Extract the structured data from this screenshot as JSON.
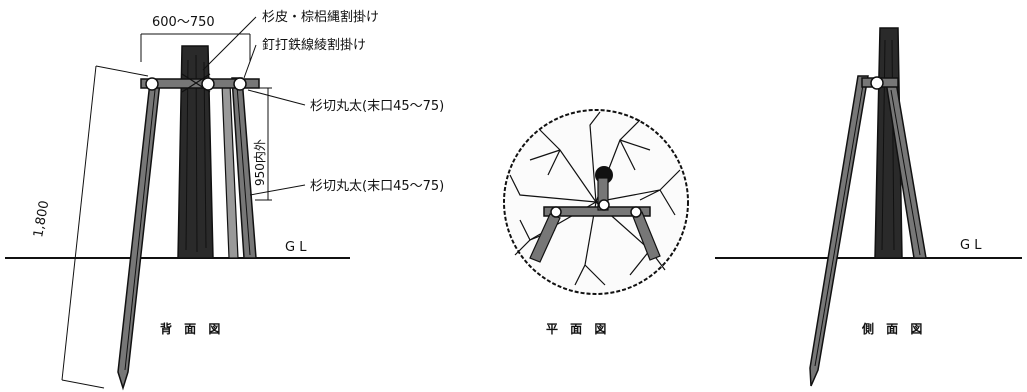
{
  "colors": {
    "ink": "#111111",
    "paper": "#ffffff",
    "wood": "#6e6e6e",
    "trunk": "#2a2a2a"
  },
  "back_view": {
    "caption": "背 面 図",
    "dim_top": "600～750",
    "dim_height": "1,800",
    "dim_tie": "950内外",
    "note_bark": "杉皮・棕梠縄割掛け",
    "note_wire": "釘打鉄線綾割掛け",
    "note_crossbar": "杉切丸太(末口45～75)",
    "note_post": "杉切丸太(末口45～75)",
    "ground_label": "G L"
  },
  "plan_view": {
    "caption": "平 面 図"
  },
  "side_view": {
    "caption": "側 面 図",
    "ground_label": "G L"
  }
}
